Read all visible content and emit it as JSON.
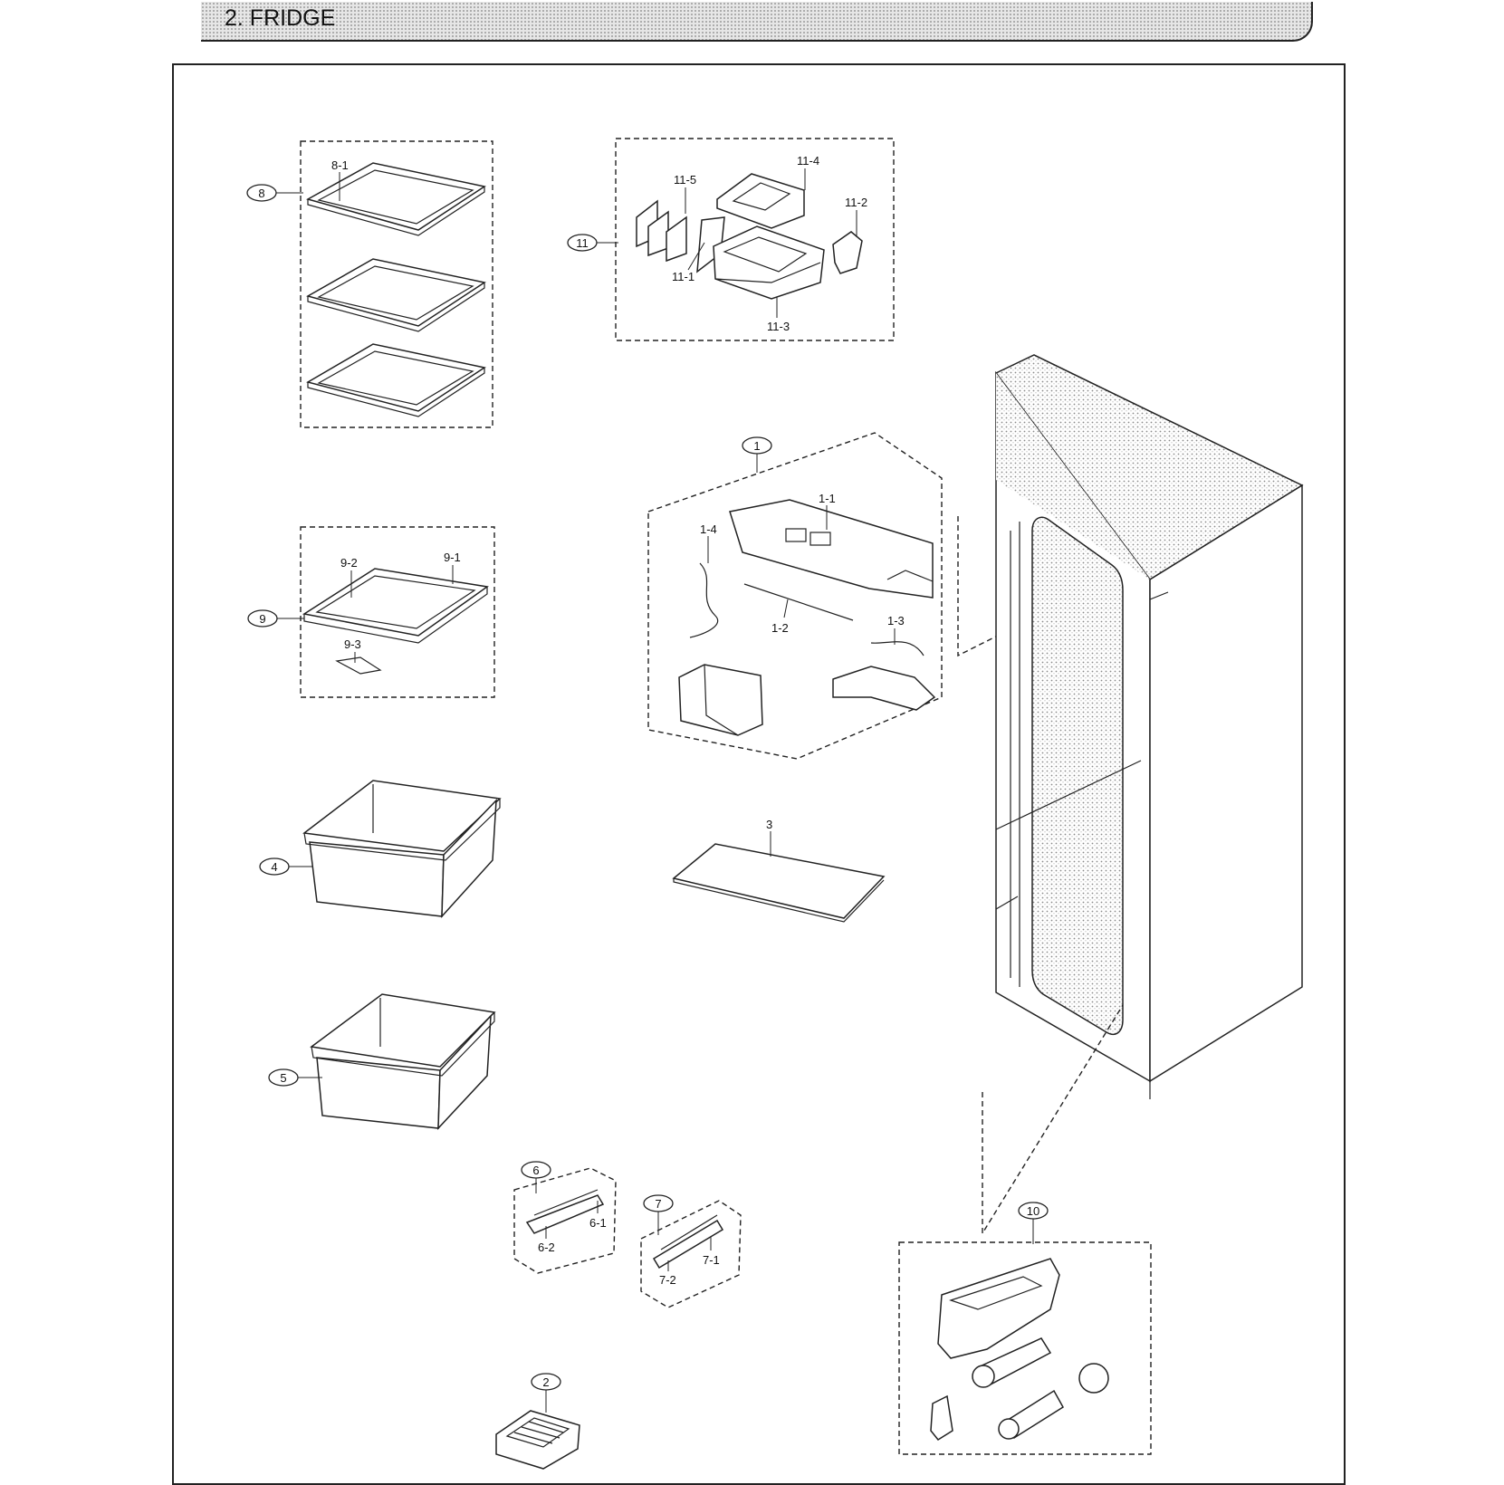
{
  "header": {
    "title": "2. FRIDGE"
  },
  "callouts": {
    "c1": "1",
    "c2": "2",
    "c4": "4",
    "c5": "5",
    "c6": "6",
    "c7": "7",
    "c8": "8",
    "c9": "9",
    "c10": "10",
    "c11": "11"
  },
  "labels": {
    "l8_1": "8-1",
    "l9_1": "9-1",
    "l9_2": "9-2",
    "l9_3": "9-3",
    "l11_1": "11-1",
    "l11_2": "11-2",
    "l11_3": "11-3",
    "l11_4": "11-4",
    "l11_5": "11-5",
    "l1_1": "1-1",
    "l1_2": "1-2",
    "l1_3": "1-3",
    "l1_4": "1-4",
    "l3": "3",
    "l6_1": "6-1",
    "l6_2": "6-2",
    "l7_1": "7-1",
    "l7_2": "7-2"
  }
}
